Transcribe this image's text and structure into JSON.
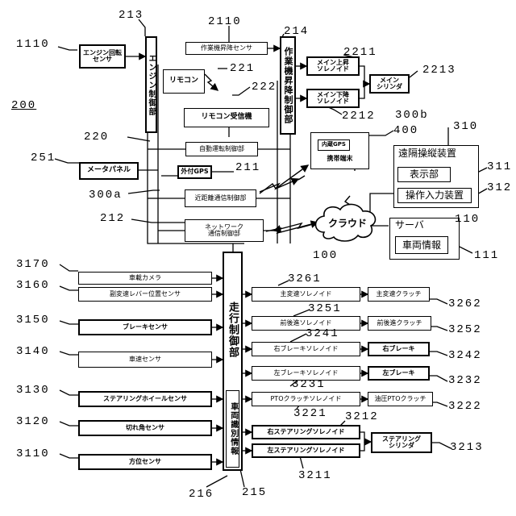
{
  "refs": {
    "r1110": "1110",
    "r213": "213",
    "r2110": "2110",
    "r214": "214",
    "r221": "221",
    "r222": "222",
    "r200": "200",
    "r2211": "2211",
    "r2213": "2213",
    "r2212": "2212",
    "r300b": "300b",
    "r400": "400",
    "r310": "310",
    "r220": "220",
    "r251": "251",
    "r211": "211",
    "r311": "311",
    "r300a": "300a",
    "r312": "312",
    "r212": "212",
    "r110": "110",
    "r100": "100",
    "r111": "111",
    "r3170": "3170",
    "r3160": "3160",
    "r3261": "3261",
    "r3262": "3262",
    "r3150": "3150",
    "r3251": "3251",
    "r3252": "3252",
    "r3241": "3241",
    "r3140": "3140",
    "r3242": "3242",
    "r3231": "3231",
    "r3232": "3232",
    "r3130": "3130",
    "r3221": "3221",
    "r3222": "3222",
    "r3212": "3212",
    "r3120": "3120",
    "r3213": "3213",
    "r3110": "3110",
    "r3211": "3211",
    "r216": "216",
    "r215": "215"
  },
  "top": {
    "engine_rpm_sensor": "エンジン回転\nセンサ",
    "engine_ecu": "エンジン制御部",
    "implement_lift_sensor": "作業機昇降センサ",
    "implement_lift_ecu": "作業機昇降制御部",
    "remote": "リモコン",
    "remote_receiver": "リモコン受信機",
    "main_up_solenoid": "メイン上昇\nソレノイド",
    "main_down_solenoid": "メイン下降\nソレノイド",
    "main_cylinder": "メイン\nシリンダ",
    "auto_drive_ecu": "自動運転制御部",
    "meter_panel": "メータパネル",
    "external_gps": "外付GPS",
    "short_range_comm": "近距離通信制御部",
    "network_comm": "ネットワーク\n通信制御部",
    "internal_gps": "内蔵GPS",
    "mobile_terminal": "携帯端末",
    "cloud": "クラウド",
    "remote_station": "遠隔操縦装置",
    "display_unit": "表示部",
    "input_device": "操作入力装置",
    "server": "サーバ",
    "vehicle_info": "車両情報"
  },
  "bottom": {
    "onboard_camera": "車載カメラ",
    "sub_shift_sensor": "副変速レバー位置センサ",
    "brake_sensor": "ブレーキセンサ",
    "speed_sensor": "車速センサ",
    "steering_wheel_sensor": "ステアリングホイールセンサ",
    "steer_angle_sensor": "切れ角センサ",
    "heading_sensor": "方位センサ",
    "travel_ecu": "走行制御部",
    "vehicle_id_info": "車両識別情報",
    "main_shift_solenoid": "主変速ソレノイド",
    "main_shift_clutch": "主変速クラッチ",
    "fr_solenoid": "前後進ソレノイド",
    "fr_clutch": "前後進クラッチ",
    "right_brake_solenoid": "右ブレーキソレノイド",
    "right_brake": "右ブレーキ",
    "left_brake_solenoid": "左ブレーキソレノイド",
    "left_brake": "左ブレーキ",
    "pto_solenoid": "PTOクラッチソレノイド",
    "pto_clutch": "油圧PTOクラッチ",
    "right_steer_solenoid": "右ステアリングソレノイド",
    "left_steer_solenoid": "左ステアリングソレノイド",
    "steering_cylinder": "ステアリング\nシリンダ"
  }
}
